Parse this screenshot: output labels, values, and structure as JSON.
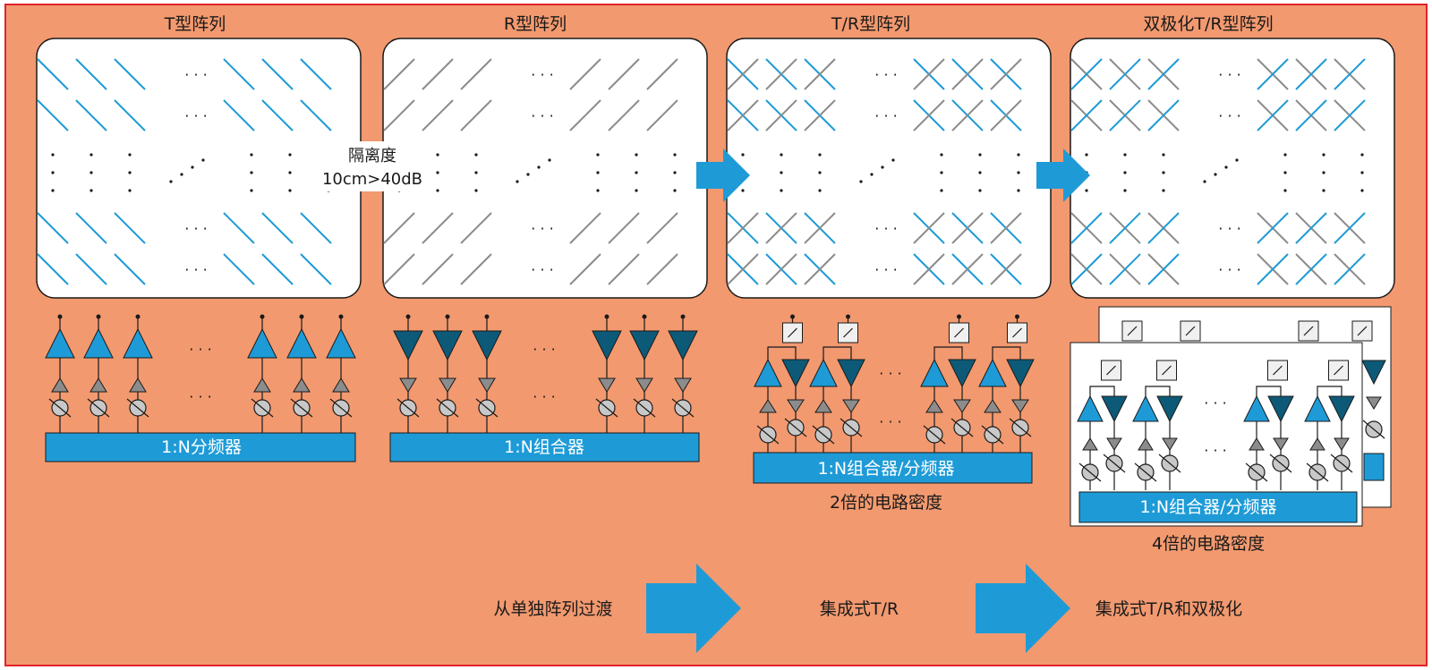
{
  "colors": {
    "background": "#F2996F",
    "border": "#E0242A",
    "blue": "#1E9BD7",
    "dark_blue": "#0D5A78",
    "gray": "#8C8C8C",
    "light_gray": "#C8C8C8",
    "panel": "#FFFFFF",
    "text": "#1A1A1A"
  },
  "panels": {
    "t_array": {
      "title": "T型阵列"
    },
    "r_array": {
      "title": "R型阵列"
    },
    "tr_array": {
      "title": "T/R型阵列"
    },
    "dual_array": {
      "title": "双极化T/R型阵列"
    }
  },
  "isolation": {
    "line1": "隔离度",
    "line2": "10cm>40dB"
  },
  "circuits": {
    "t_array": {
      "bar_label": "1:N分频器"
    },
    "r_array": {
      "bar_label": "1:N组合器"
    },
    "tr_array": {
      "bar_label": "1:N组合器/分频器",
      "density_label": "2倍的电路密度"
    },
    "dual_array": {
      "bar_label": "1:N组合器/分频器",
      "density_label": "4倍的电路密度"
    }
  },
  "ellipsis": "· · ·",
  "transition": {
    "step1": "从单独阵列过渡",
    "step2": "集成式T/R",
    "step3": "集成式T/R和双极化"
  },
  "icons": [
    "antenna-element-icon",
    "amplifier-icon",
    "phase-shifter-icon",
    "switch-icon",
    "arrow-right-icon"
  ]
}
